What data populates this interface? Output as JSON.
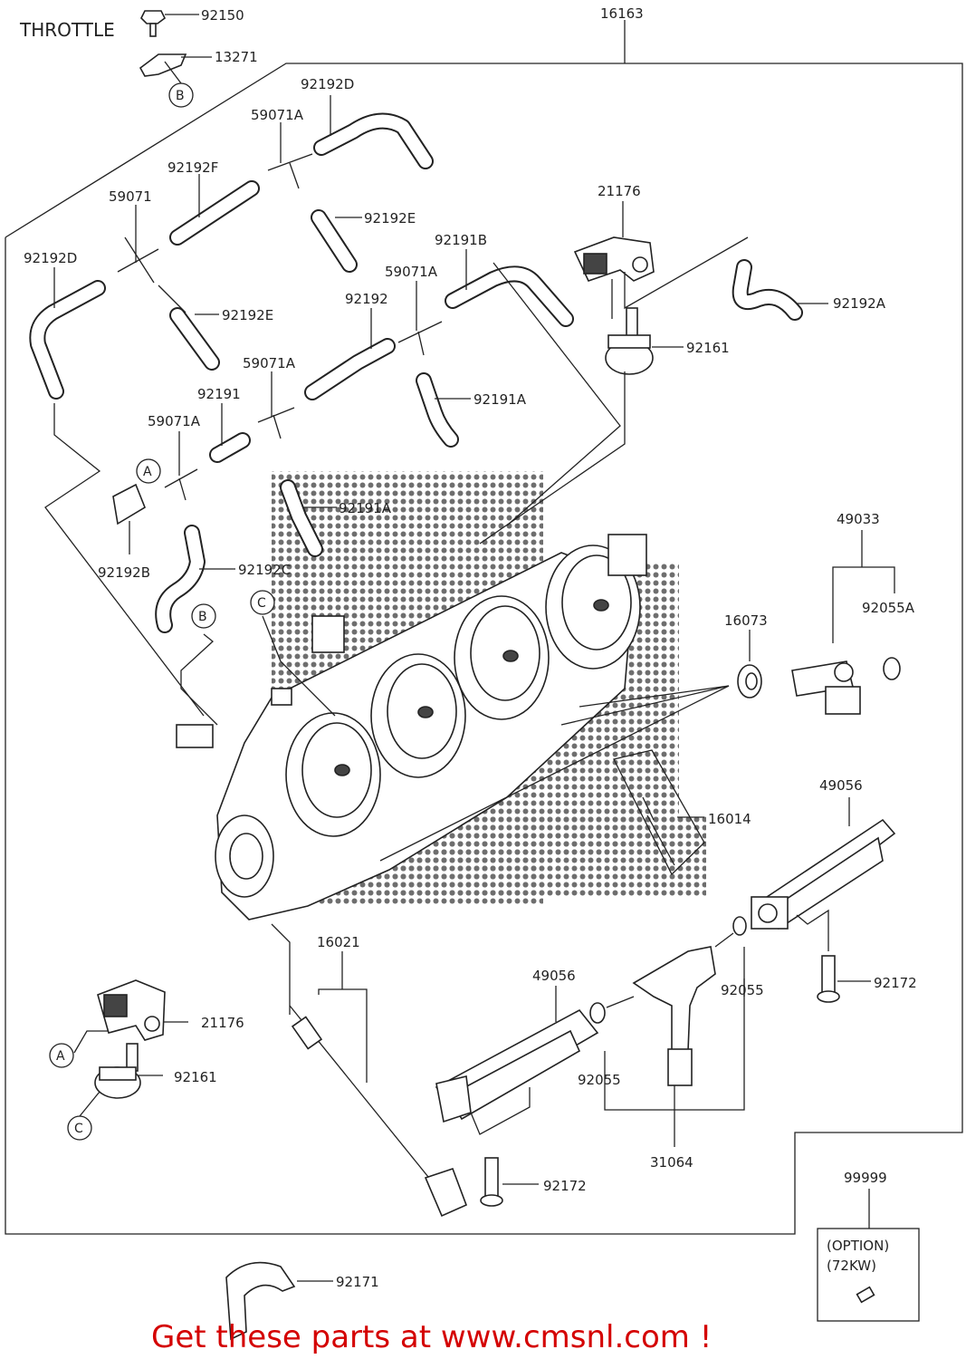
{
  "title": "THROTTLE",
  "promo_text": "Get these parts at www.cmsnl.com !",
  "option_box": {
    "line1": "(OPTION)",
    "line2": "(72KW)"
  },
  "reference_markers": {
    "a": "A",
    "b": "B",
    "c": "C"
  },
  "part_labels": {
    "p92150": "92150",
    "p13271": "13271",
    "p16163": "16163",
    "p92192D_top": "92192D",
    "p59071A_1": "59071A",
    "p92192F": "92192F",
    "p59071": "59071",
    "p92192E_1": "92192E",
    "p21176_top": "21176",
    "p92191B": "92191B",
    "p92192D_left": "92192D",
    "p59071A_2": "59071A",
    "p92192": "92192",
    "p92192A": "92192A",
    "p92192E_2": "92192E",
    "p92161_top": "92161",
    "p59071A_3": "59071A",
    "p92191": "92191",
    "p92191A_1": "92191A",
    "p59071A_4": "59071A",
    "p92191A_2": "92191A",
    "p49033": "49033",
    "p92192B": "92192B",
    "p92192C": "92192C",
    "p92055A": "92055A",
    "p16073": "16073",
    "p49056_right": "49056",
    "p16014": "16014",
    "p16021": "16021",
    "p49056_mid": "49056",
    "p92055_a": "92055",
    "p92172_right": "92172",
    "p21176_bottom": "21176",
    "p92161_bottom": "92161",
    "p92055_b": "92055",
    "p31064": "31064",
    "p92172_mid": "92172",
    "p99999": "99999",
    "p92171": "92171"
  }
}
